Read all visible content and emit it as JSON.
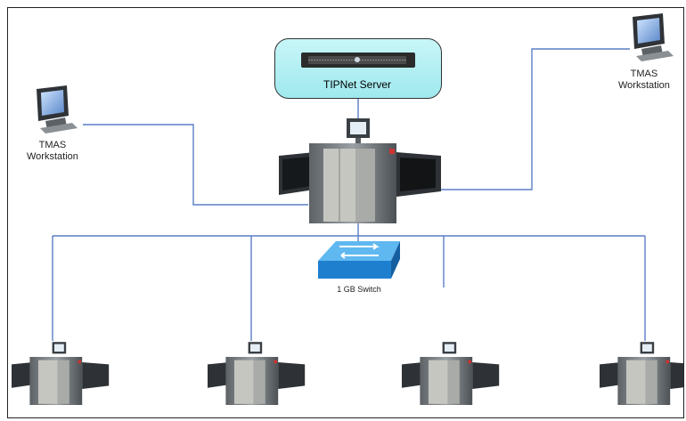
{
  "diagram": {
    "server": {
      "label": "TIPNet Server"
    },
    "workstations": [
      {
        "label_line1": "TMAS",
        "label_line2": "Workstation"
      },
      {
        "label_line1": "TMAS",
        "label_line2": "Workstation"
      }
    ],
    "switch": {
      "label": "1 GB Switch"
    },
    "machines_count_bottom": 4,
    "colors": {
      "line": "#5a7ec6",
      "server_fill": "#aef0f3",
      "switch_fill": "#2d8fd6"
    },
    "icons": {
      "server": "rack-server-icon",
      "workstation": "monitor-icon",
      "scanner": "xray-scanner-icon",
      "switch": "network-switch-icon"
    }
  }
}
